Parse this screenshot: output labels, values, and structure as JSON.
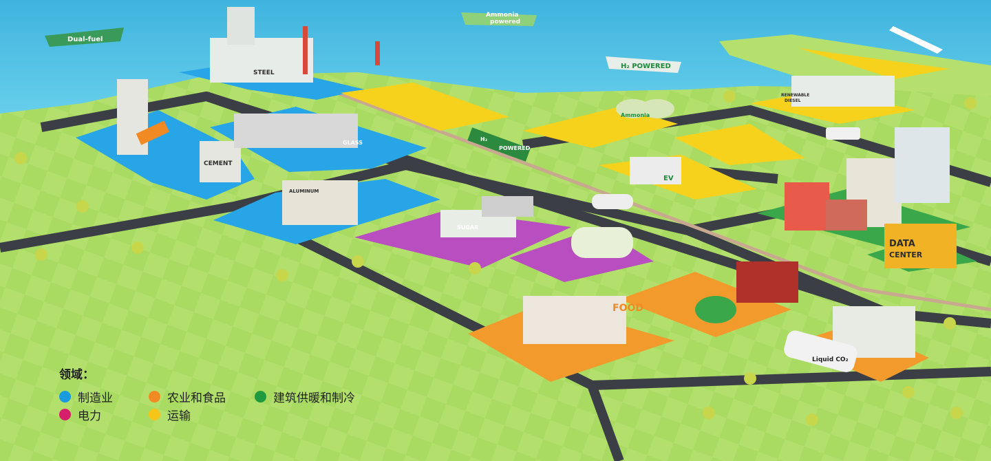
{
  "labels": {
    "dual_fuel": "Dual-fuel",
    "ammonia_powered_1": "Ammonia",
    "ammonia_powered_2": "powered",
    "h2_powered": "H₂ POWERED",
    "steel": "STEEL",
    "cement": "CEMENT",
    "glass": "GLASS",
    "aluminum": "ALUMINUM",
    "sugar": "SUGAR",
    "ammonia": "Ammonia",
    "renewable_diesel_1": "RENEWABLE",
    "renewable_diesel_2": "DIESEL",
    "ev": "EV",
    "data_1": "DATA",
    "data_2": "CENTER",
    "food": "FOOD",
    "liquid_co2": "Liquid CO₂",
    "train_h2": "H₂",
    "train_powered": "POWERED"
  },
  "legend": {
    "title": "领域：",
    "items": [
      {
        "label": "制造业",
        "color": "#1a9be0"
      },
      {
        "label": "农业和食品",
        "color": "#f28a24"
      },
      {
        "label": "建筑供暖和制冷",
        "color": "#1f9a3e"
      },
      {
        "label": "电力",
        "color": "#d61f6b"
      },
      {
        "label": "运输",
        "color": "#f5c518"
      }
    ]
  },
  "colors": {
    "sea": "#4cc3e6",
    "grass": "#a6d85f",
    "road": "#3b3f45",
    "manufacturing": "#27a5e6",
    "power": "#b84ec0",
    "transport": "#f6d21d",
    "agriculture": "#f39a2c",
    "buildings": "#3aa84a"
  }
}
